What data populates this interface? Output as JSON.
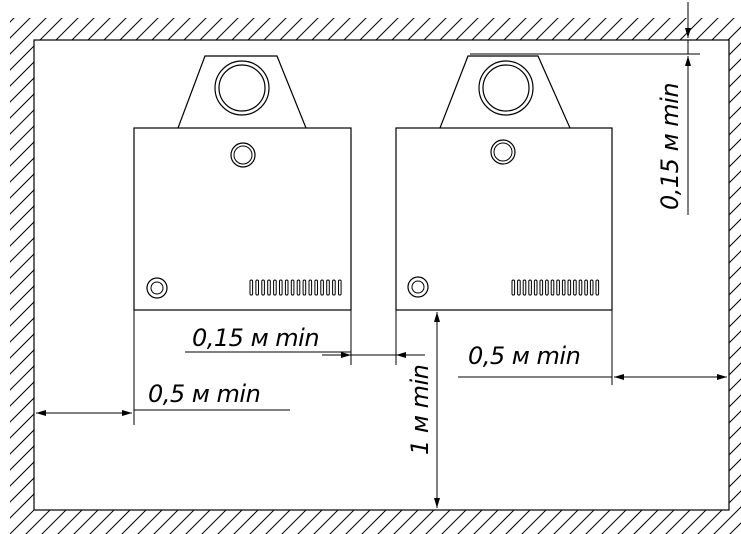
{
  "labels": {
    "gap_between_boilers": "0,15 м min",
    "gap_left_wall": "0,5 м min",
    "gap_right_wall": "0,5 м min",
    "gap_floor": "1 м min",
    "gap_ceiling": "0,15 м min"
  },
  "colors": {
    "line": "#000000",
    "background": "#ffffff"
  },
  "icons": {
    "flue": "circle-outlet",
    "indicator": "gauge-dial",
    "vents": "vent-slots"
  }
}
